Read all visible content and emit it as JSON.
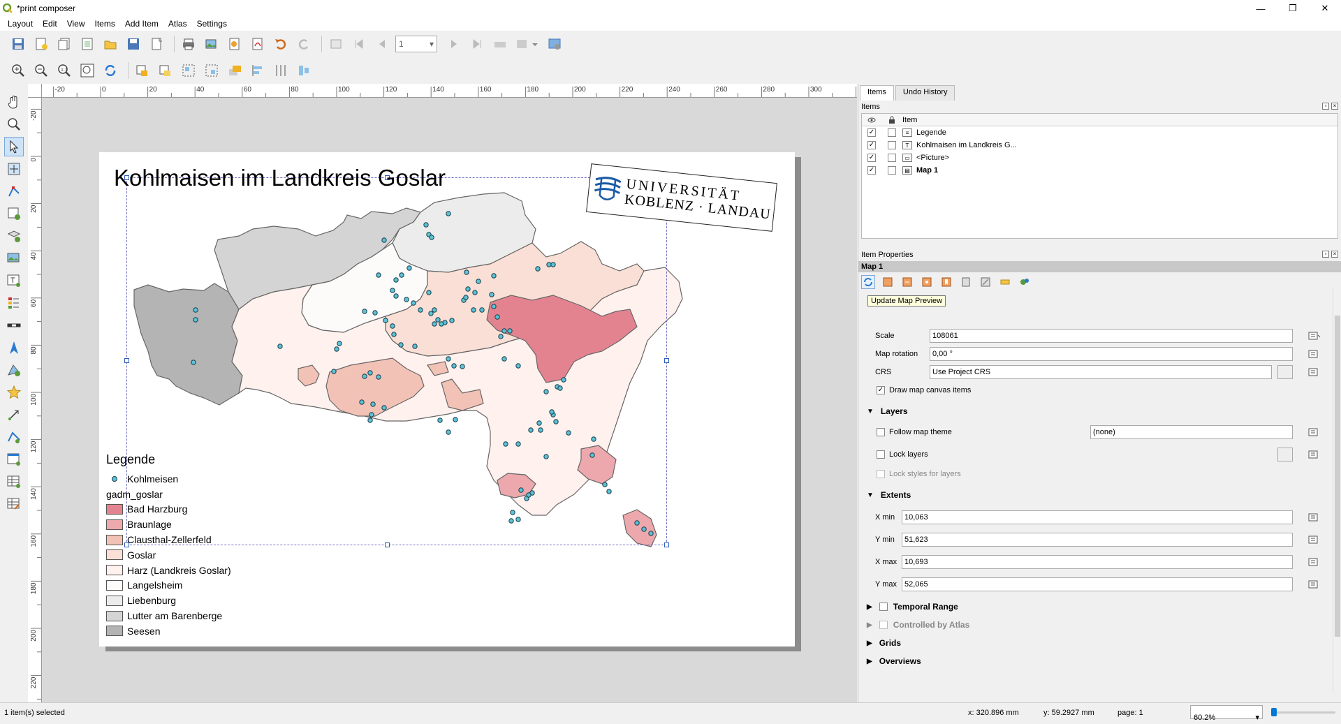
{
  "window": {
    "title": "*print composer",
    "minimize": "—",
    "maximize": "❐",
    "close": "✕"
  },
  "menu": [
    "Layout",
    "Edit",
    "View",
    "Items",
    "Add Item",
    "Atlas",
    "Settings"
  ],
  "toolbar": {
    "page_number": "1"
  },
  "ruler_top_labels": [
    "-20",
    "0",
    "20",
    "40",
    "60",
    "80",
    "100",
    "120",
    "140",
    "160",
    "180",
    "200",
    "220",
    "240",
    "260",
    "280",
    "300"
  ],
  "ruler_left_labels": [
    "-20",
    "0",
    "20",
    "40",
    "60",
    "80",
    "100",
    "120",
    "140",
    "160",
    "180",
    "200",
    "220"
  ],
  "layout": {
    "map_title": "Kohlmaisen im Landkreis Goslar",
    "logo_line1": "UNIVERSITÄT",
    "logo_line2": "KOBLENZ · LANDAU",
    "legend": {
      "title": "Legende",
      "point_layer": "Kohlmeisen",
      "polygon_layer": "gadm_goslar",
      "classes": [
        {
          "label": "Bad Harzburg",
          "color": "#e38390"
        },
        {
          "label": "Braunlage",
          "color": "#eca8ad"
        },
        {
          "label": "Clausthal-Zellerfeld",
          "color": "#f3c2b6"
        },
        {
          "label": "Goslar",
          "color": "#f9dfd5"
        },
        {
          "label": "Harz (Landkreis Goslar)",
          "color": "#fff1ee"
        },
        {
          "label": "Langelsheim",
          "color": "#fdfafa"
        },
        {
          "label": "Liebenburg",
          "color": "#ececec"
        },
        {
          "label": "Lutter am Barenberge",
          "color": "#d4d4d4"
        },
        {
          "label": "Seesen",
          "color": "#b4b4b4"
        }
      ]
    }
  },
  "dock": {
    "tab_items": "Items",
    "tab_undo": "Undo History",
    "items_panel_title": "Items",
    "items_column": "Item",
    "items": [
      {
        "name": "Legende",
        "visible": "✓",
        "bold": false
      },
      {
        "name": "Kohlmaisen im Landkreis G...",
        "visible": "✓",
        "bold": false
      },
      {
        "name": "<Picture>",
        "visible": "✓",
        "bold": false
      },
      {
        "name": "Map 1",
        "visible": "✓",
        "bold": true
      }
    ],
    "props_panel_title": "Item Properties",
    "selected_item": "Map 1",
    "tooltip": "Update Map Preview",
    "main_props": {
      "scale_label": "Scale",
      "scale_value": "108061",
      "rotation_label": "Map rotation",
      "rotation_value": "0,00 °",
      "crs_label": "CRS",
      "crs_value": "Use Project CRS",
      "draw_items_label": "Draw map canvas items",
      "draw_items_check": "✓"
    },
    "layers": {
      "title": "Layers",
      "follow_theme": "Follow map theme",
      "theme_value": "(none)",
      "lock_layers": "Lock layers",
      "lock_styles": "Lock styles for layers"
    },
    "extents": {
      "title": "Extents",
      "xmin_label": "X min",
      "xmin": "10,063",
      "ymin_label": "Y min",
      "ymin": "51,623",
      "xmax_label": "X max",
      "xmax": "10,693",
      "ymax_label": "Y max",
      "ymax": "52,065"
    },
    "temporal": "Temporal Range",
    "atlas": "Controlled by Atlas",
    "grids": "Grids",
    "overviews": "Overviews"
  },
  "status": {
    "selection": "1 item(s) selected",
    "x": "x: 320.896 mm",
    "y": "y: 59.2927 mm",
    "page": "page: 1",
    "zoom": "60.2%"
  },
  "colors": {
    "point_fill": "#5cc2d6",
    "point_stroke": "#1a3c48",
    "selection": "#7070c0",
    "accent": "#0078d7"
  }
}
